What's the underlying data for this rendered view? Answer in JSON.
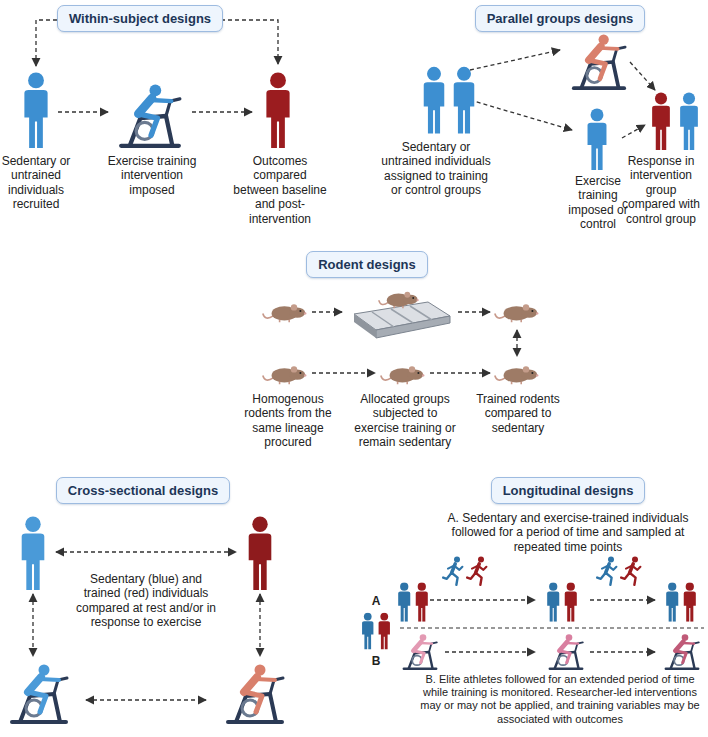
{
  "diagram": {
    "nodes": [
      {
        "text": [
          "Within-subject designs"
        ]
      },
      {
        "text": [
          "Parallel groups designs"
        ]
      },
      {
        "text": [
          "Rodent designs"
        ]
      },
      {
        "text": [
          "Cross-sectional designs"
        ]
      },
      {
        "text": [
          "Longitudinal designs"
        ]
      }
    ],
    "labels": [
      "Sedentary or untrained individuals recruited",
      "Exercise training intervention imposed",
      "Outcomes compared between baseline and post-intervention",
      "Sedentary or untrained individuals assigned to training or control groups",
      "Exercise training imposed or control",
      "Response in intervention group compared with control group",
      "Homogenous rodents from the same lineage procured",
      "Allocated groups subjected to exercise training or remain sedentary",
      "Trained rodents compared to sedentary",
      "Sedentary (blue) and trained (red) individuals compared at rest and/or in response to exercise",
      "A. Sedentary and exercise-trained individuals followed for a period of time and sampled at repeated time points",
      "A",
      "B",
      "B. Elite athletes followed for an extended period of time while training is monitored. Researcher-led interventions may or may not be applied, and training variables may be associated with outcomes"
    ]
  }
}
